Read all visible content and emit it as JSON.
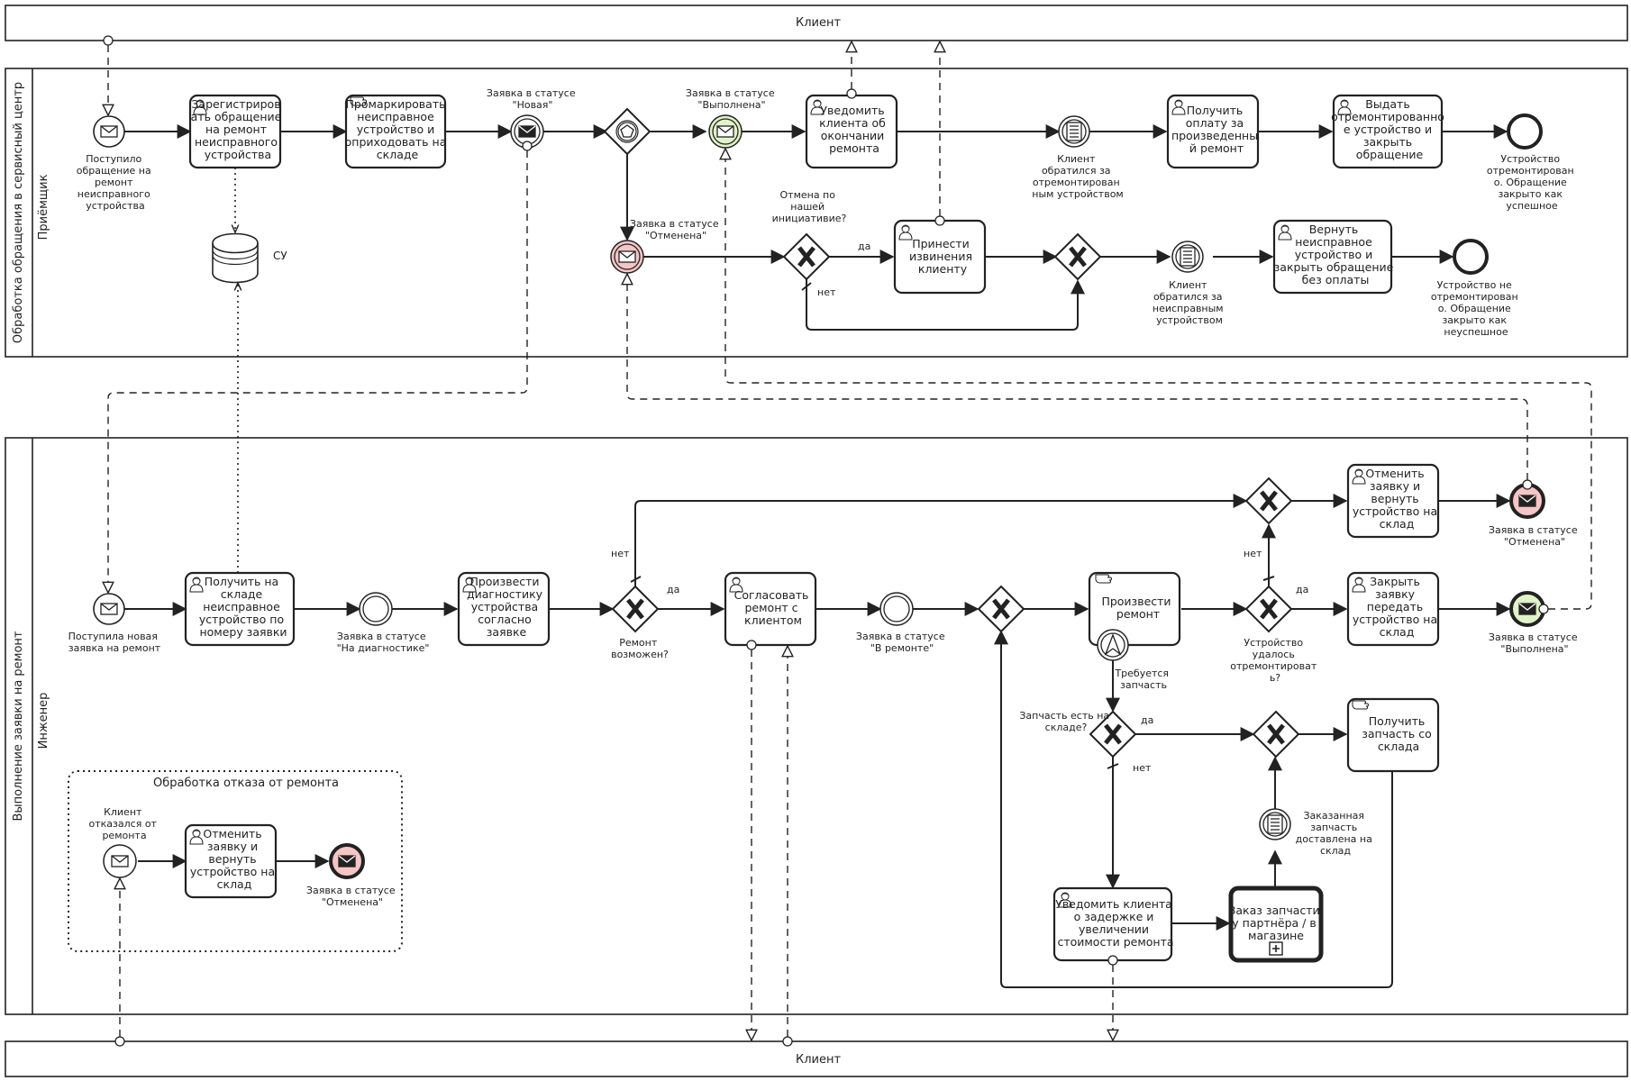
{
  "pools": {
    "client_top": "Клиент",
    "client_bottom": "Клиент",
    "service_center": "Обработка обращения в сервисный центр",
    "repair": "Выполнение заявки на ремонт"
  },
  "lanes": {
    "receptionist": "Приёмщик",
    "engineer": "Инженер"
  },
  "top_tasks": {
    "register": [
      "Зарегистриров",
      "ать обращение",
      "на ремонт",
      "неисправного",
      "устройства"
    ],
    "mark": [
      "Промаркировать",
      "неисправное",
      "устройство и",
      "оприходовать на",
      "складе"
    ],
    "notify_done": [
      "Уведомить",
      "клиента об",
      "окончании",
      "ремонта"
    ],
    "get_payment": [
      "Получить",
      "оплату за",
      "произведенны",
      "й ремонт"
    ],
    "give_device": [
      "Выдать",
      "отремонтированно",
      "е устройство и",
      "закрыть",
      "обращение"
    ],
    "apologize": [
      "Принести",
      "извинения",
      "клиенту"
    ],
    "return_broken": [
      "Вернуть",
      "неисправное",
      "устройство и",
      "закрыть обращение",
      "без оплаты"
    ]
  },
  "top_events": {
    "start": [
      "Поступило",
      "обращение на",
      "ремонт",
      "неисправного",
      "устройства"
    ],
    "status_new": [
      "Заявка в статусе",
      "\"Новая\""
    ],
    "status_done": [
      "Заявка в статусе",
      "\"Выполнена\""
    ],
    "status_cancel": [
      "Заявка в статусе",
      "\"Отменена\""
    ],
    "client_repaired": [
      "Клиент",
      "обратился за",
      "отремонтирован",
      "ным устройством"
    ],
    "client_broken": [
      "Клиент",
      "обратился за",
      "неисправным",
      "устройством"
    ],
    "end_success": [
      "Устройство",
      "отремонтирован",
      "о. Обращение",
      "закрыто как",
      "успешное"
    ],
    "end_fail": [
      "Устройство не",
      "отремонтирован",
      "о. Обращение",
      "закрыто как",
      "неуспешное"
    ]
  },
  "top_gateways": {
    "cancel_q": [
      "Отмена по",
      "нашей",
      "инициативие?"
    ],
    "yes": "да",
    "no": "нет"
  },
  "datastore": "СУ",
  "bottom_tasks": {
    "receive": [
      "Получить на",
      "складе",
      "неисправное",
      "устройство по",
      "номеру заявки"
    ],
    "diagnose": [
      "Произвести",
      "диагностику",
      "устройства",
      "согласно",
      "заявке"
    ],
    "agree": [
      "Согласовать",
      "ремонт с",
      "клиентом"
    ],
    "repair": [
      "Произвести",
      "ремонт"
    ],
    "cancel_return": [
      "Отменить",
      "заявку и",
      "вернуть",
      "устройство на",
      "склад"
    ],
    "close_return": [
      "Закрыть",
      "заявку",
      "передать",
      "устройство на",
      "склад"
    ],
    "get_part": [
      "Получить",
      "запчасть со",
      "склада"
    ],
    "notify_delay": [
      "Уведомить клиента",
      "о задержке и",
      "увеличении",
      "стоимости ремонта"
    ],
    "order_part": [
      "Заказ запчасти",
      "у партнёра / в",
      "магазине"
    ],
    "sub_cancel": [
      "Отменить",
      "заявку и",
      "вернуть",
      "устройство на",
      "склад"
    ]
  },
  "bottom_events": {
    "start": [
      "Поступила новая",
      "заявка на ремонт"
    ],
    "on_diag": [
      "Заявка в статусе",
      "\"На диагностике\""
    ],
    "in_repair": [
      "Заявка в статусе",
      "\"В ремонте\""
    ],
    "end_cancel": [
      "Заявка в статусе",
      "\"Отменена\""
    ],
    "end_done": [
      "Заявка в статусе",
      "\"Выполнена\""
    ],
    "need_part": [
      "Требуется",
      "запчасть"
    ],
    "part_arrived": [
      "Заказанная",
      "запчасть",
      "доставлена на",
      "склад"
    ],
    "client_refused": [
      "Клиент",
      "отказался от",
      "ремонта"
    ],
    "sub_end_cancel": [
      "Заявка в статусе",
      "\"Отменена\""
    ]
  },
  "bottom_gateways": {
    "repair_possible": [
      "Ремонт",
      "возможен?"
    ],
    "repaired_q": [
      "Устройство",
      "удалось",
      "отремонтироват",
      "ь?"
    ],
    "part_in_stock": [
      "Запчасть есть на",
      "складе?"
    ],
    "yes": "да",
    "no": "нет"
  },
  "subprocess": {
    "title": "Обработка отказа от ремонта"
  }
}
